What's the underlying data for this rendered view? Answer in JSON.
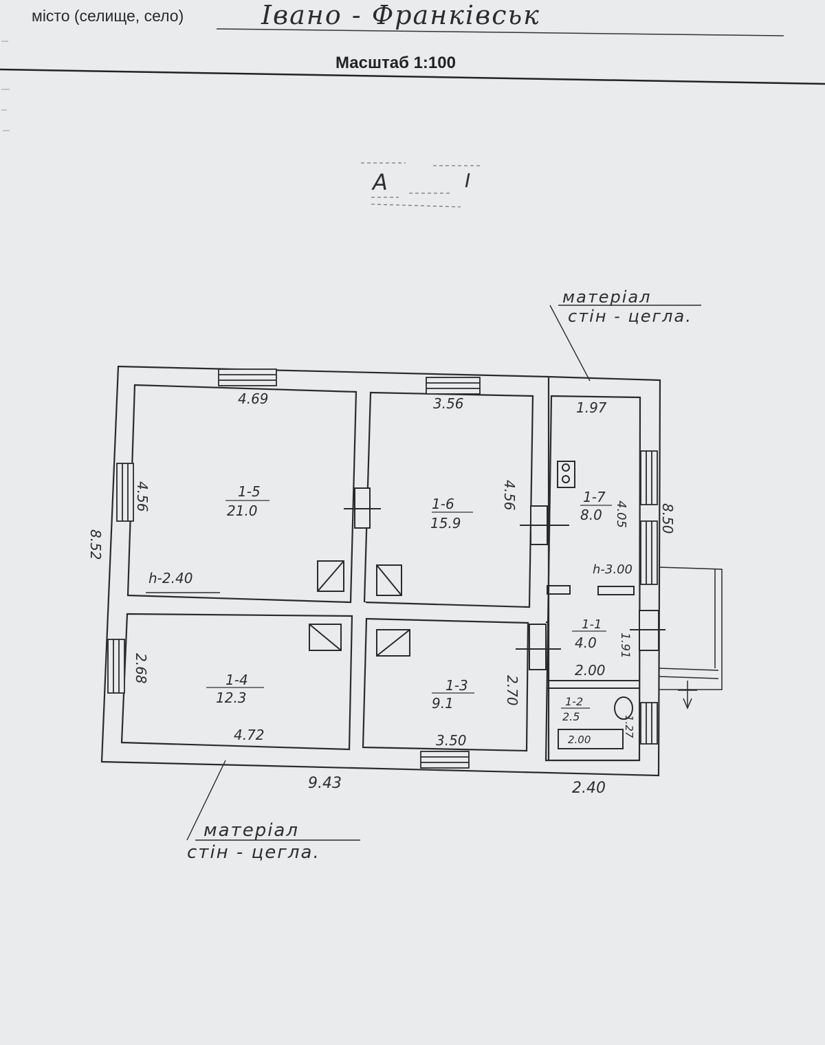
{
  "header": {
    "locality_label": "місто (селище, село)",
    "locality_value": "Івано - Франківськ",
    "scale_label": "Масштаб 1:100"
  },
  "plan": {
    "building_letter": "А",
    "floor_marker": "І",
    "wall_material_note": [
      "матеріал",
      "стін - цегла."
    ],
    "total_width": "9.43",
    "total_depth": "8.52",
    "annex_depth": "8.50",
    "annex_width": "2.40",
    "ceiling_height_main": "h-2.40",
    "ceiling_height_annex": "h-3.00",
    "rooms": [
      {
        "id": "1-5",
        "area": "21.0",
        "width": "4.69",
        "depth": "4.56"
      },
      {
        "id": "1-6",
        "area": "15.9",
        "width": "3.56",
        "depth": "4.56"
      },
      {
        "id": "1-7",
        "area": "8.0",
        "width": "1.97",
        "depth": "4.05"
      },
      {
        "id": "1-4",
        "area": "12.3",
        "width": "4.72",
        "depth": "2.68"
      },
      {
        "id": "1-3",
        "area": "9.1",
        "width": "3.50",
        "depth": "2.70"
      },
      {
        "id": "1-1",
        "area": "4.0",
        "width": "2.00",
        "depth": "1.91"
      },
      {
        "id": "1-2",
        "area": "2.5",
        "width": "2.00",
        "depth": "1.27"
      }
    ]
  }
}
